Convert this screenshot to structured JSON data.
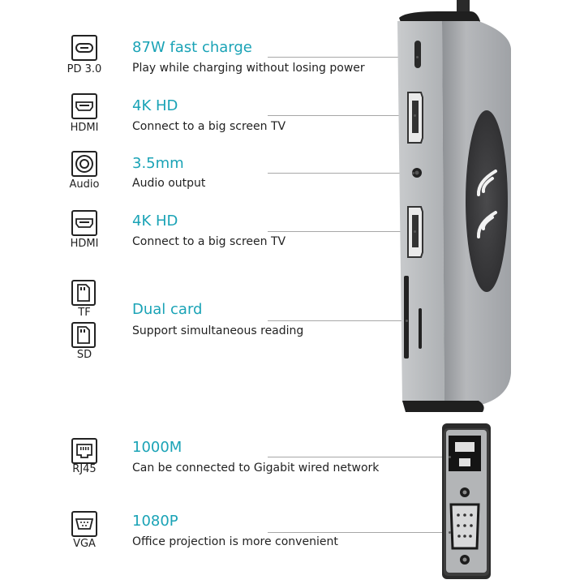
{
  "features": [
    {
      "icon_name": "usb-c-icon",
      "icon_label": "PD 3.0",
      "title": "87W fast charge",
      "description": "Play while charging without losing power"
    },
    {
      "icon_name": "hdmi-icon",
      "icon_label": "HDMI",
      "title": "4K HD",
      "description": "Connect to a big screen TV"
    },
    {
      "icon_name": "audio-jack-icon",
      "icon_label": "Audio",
      "title": "3.5mm",
      "description": "Audio output"
    },
    {
      "icon_name": "hdmi-icon",
      "icon_label": "HDMI",
      "title": "4K HD",
      "description": "Connect to a big screen TV"
    },
    {
      "icon_name": "tf-card-icon",
      "icon_label": "TF",
      "title": "Dual card",
      "description": "Support simultaneous reading"
    },
    {
      "icon_name": "sd-card-icon",
      "icon_label": "SD"
    },
    {
      "icon_name": "ethernet-icon",
      "icon_label": "RJ45",
      "title": "1000M",
      "description": "Can be connected to Gigabit wired network"
    },
    {
      "icon_name": "vga-icon",
      "icon_label": "VGA",
      "title": "1080P",
      "description": "Office projection is more convenient"
    }
  ],
  "colors": {
    "accent": "#1aa3b6",
    "text": "#222222",
    "device_gray": "#a3a5a8",
    "charging_pad": "#3a3a3c"
  }
}
